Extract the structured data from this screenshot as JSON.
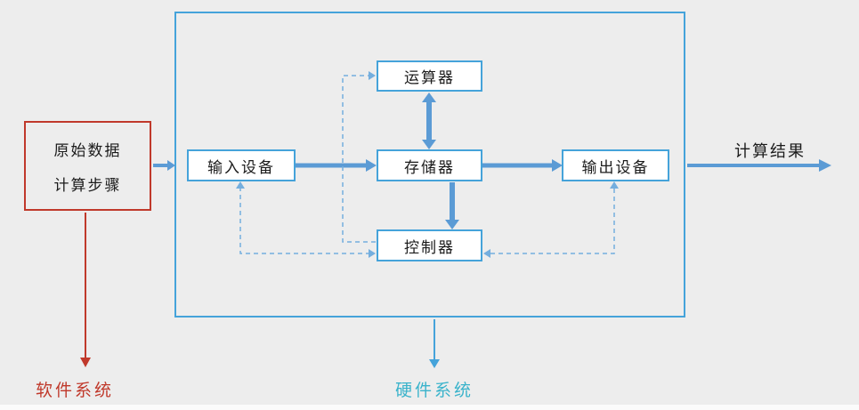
{
  "diagram": {
    "software": {
      "data_box": {
        "line1": "原始数据",
        "line2": "计算步骤"
      },
      "label": "软件系统"
    },
    "hardware": {
      "label": "硬件系统",
      "units": {
        "alu": "运算器",
        "input_device": "输入设备",
        "memory": "存储器",
        "output_device": "输出设备",
        "controller": "控制器"
      }
    },
    "output_label": "计算结果"
  },
  "colors": {
    "background": "#ededed",
    "solid_arrow_blue": "#5b9bd5",
    "box_border_blue": "#45a3da",
    "dashed_blue": "#74aede",
    "software_red": "#c0392b",
    "hardware_teal": "#3ab3cb",
    "text": "#1b1b1b"
  }
}
